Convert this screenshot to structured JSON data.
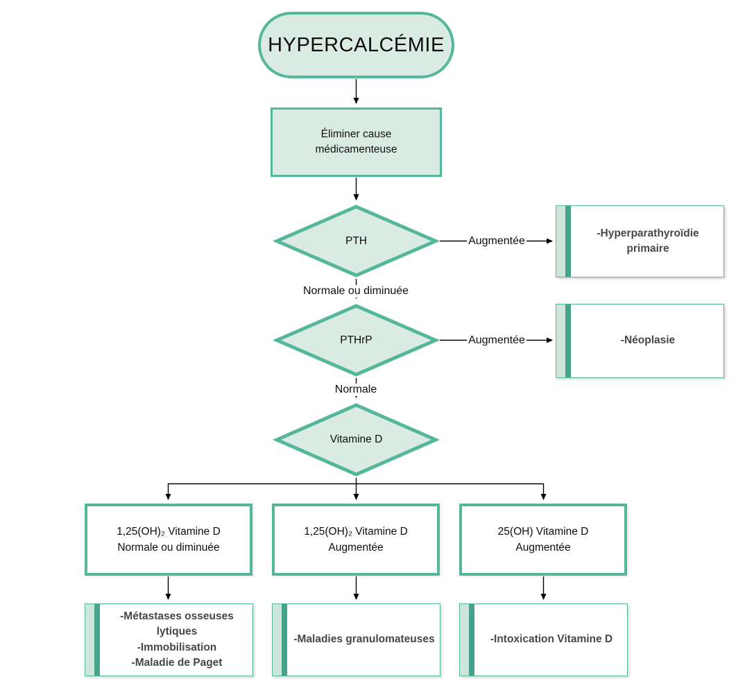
{
  "diagram": {
    "colors": {
      "shape_border": "#54b69a",
      "shape_fill": "#d9ebe3",
      "stripe_light": "#cde5da",
      "stripe_dark": "#46a38a",
      "result_text": "#474747",
      "connector": "#000000"
    },
    "nodes": {
      "start": {
        "label": "HYPERCALCÉMIE"
      },
      "process": {
        "label": "Éliminer cause médicamenteuse"
      },
      "decision_pth": {
        "label": "PTH"
      },
      "decision_pthrp": {
        "label": "PTHrP"
      },
      "decision_vitd": {
        "label": "Vitamine D"
      },
      "result_hyperpara": {
        "label": "-Hyperparathyroïdie primaire"
      },
      "result_neoplasie": {
        "label": "-Néoplasie"
      },
      "branch_125_normale": {
        "line1": "1,25(OH)₂ Vitamine D",
        "line2": "Normale ou diminuée"
      },
      "branch_125_augmentee": {
        "line1": "1,25(OH)₂ Vitamine D",
        "line2": "Augmentée"
      },
      "branch_25_augmentee": {
        "line1": "25(OH) Vitamine D",
        "line2": "Augmentée"
      },
      "result_metastases": {
        "line1": "-Métastases osseuses lytiques",
        "line2": "-Immobilisation",
        "line3": "-Maladie de Paget"
      },
      "result_granulomateuses": {
        "label": "-Maladies granulomateuses"
      },
      "result_intoxication": {
        "label": "-Intoxication Vitamine D"
      }
    },
    "edge_labels": {
      "pth_right": "Augmentée",
      "pth_down": "Normale ou diminuée",
      "pthrp_right": "Augmentée",
      "pthrp_down": "Normale"
    }
  }
}
